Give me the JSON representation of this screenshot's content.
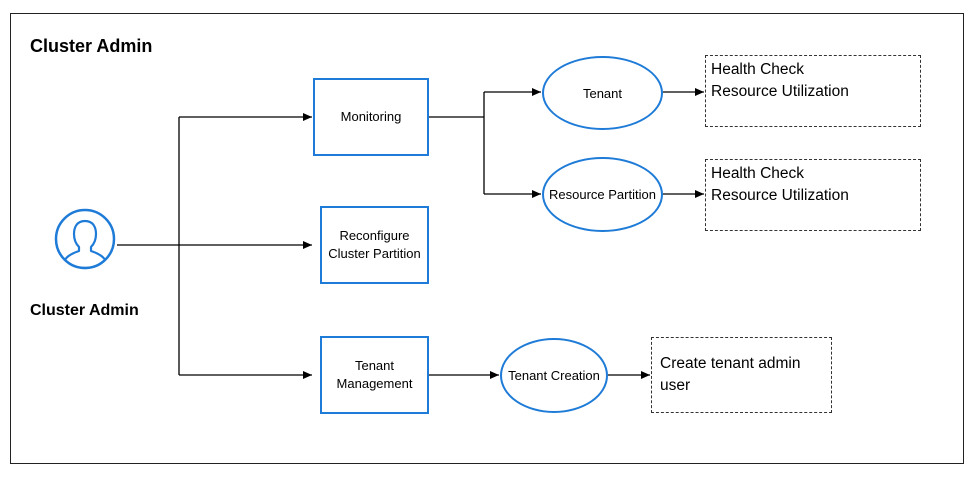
{
  "diagram": {
    "title": "Cluster Admin",
    "actor": {
      "label": "Cluster Admin",
      "icon": "user-icon"
    },
    "nodes": {
      "monitoring": "Monitoring",
      "reconfigure": [
        "Reconfigure",
        "Cluster Partition"
      ],
      "tenant_management": [
        "Tenant",
        "Management"
      ],
      "tenant": "Tenant",
      "resource_partition": "Resource Partition",
      "tenant_creation": "Tenant Creation"
    },
    "notes": {
      "tenant_note": [
        "Health Check",
        "Resource Utilization"
      ],
      "partition_note": [
        "Health Check",
        "Resource Utilization"
      ],
      "creation_note": "Create tenant admin user"
    },
    "colors": {
      "accent": "#1e7bd7",
      "line": "#000000"
    }
  }
}
